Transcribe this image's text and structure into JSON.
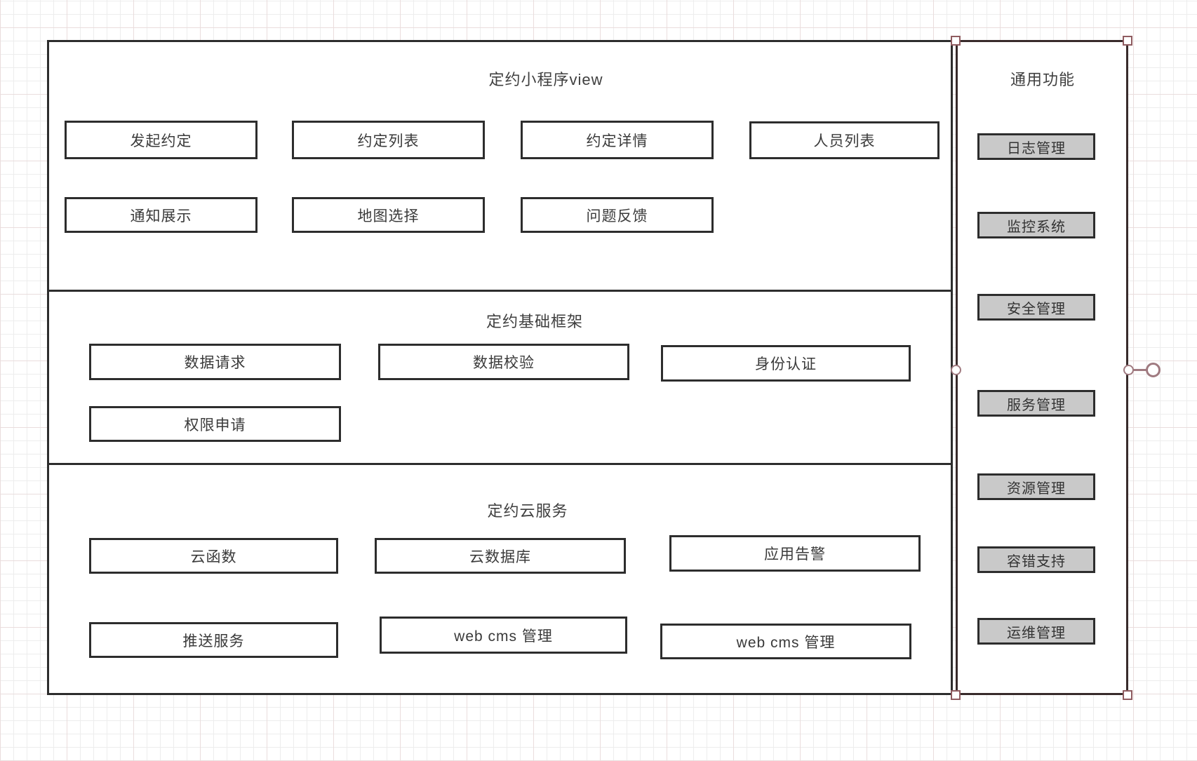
{
  "colors": {
    "stroke": "#2d2d2d",
    "node_fill": "#ffffff",
    "gray_fill": "#c9c9c9",
    "selection_handle": "#a07a80",
    "text": "#3c3c3c",
    "grid_minor": "#ededed",
    "grid_major": "#eadddd"
  },
  "main": {
    "sections": [
      {
        "title": "定约小程序view",
        "boxes": [
          "发起约定",
          "约定列表",
          "约定详情",
          "人员列表",
          "通知展示",
          "地图选择",
          "问题反馈"
        ]
      },
      {
        "title": "定约基础框架",
        "boxes": [
          "数据请求",
          "数据校验",
          "身份认证",
          "权限申请"
        ]
      },
      {
        "title": "定约云服务",
        "boxes": [
          "云函数",
          "云数据库",
          "应用告警",
          "推送服务",
          "web cms 管理",
          "web cms 管理"
        ]
      }
    ]
  },
  "side": {
    "title": "通用功能",
    "boxes": [
      "日志管理",
      "监控系统",
      "安全管理",
      "服务管理",
      "资源管理",
      "容错支持",
      "运维管理"
    ],
    "selected": true
  }
}
